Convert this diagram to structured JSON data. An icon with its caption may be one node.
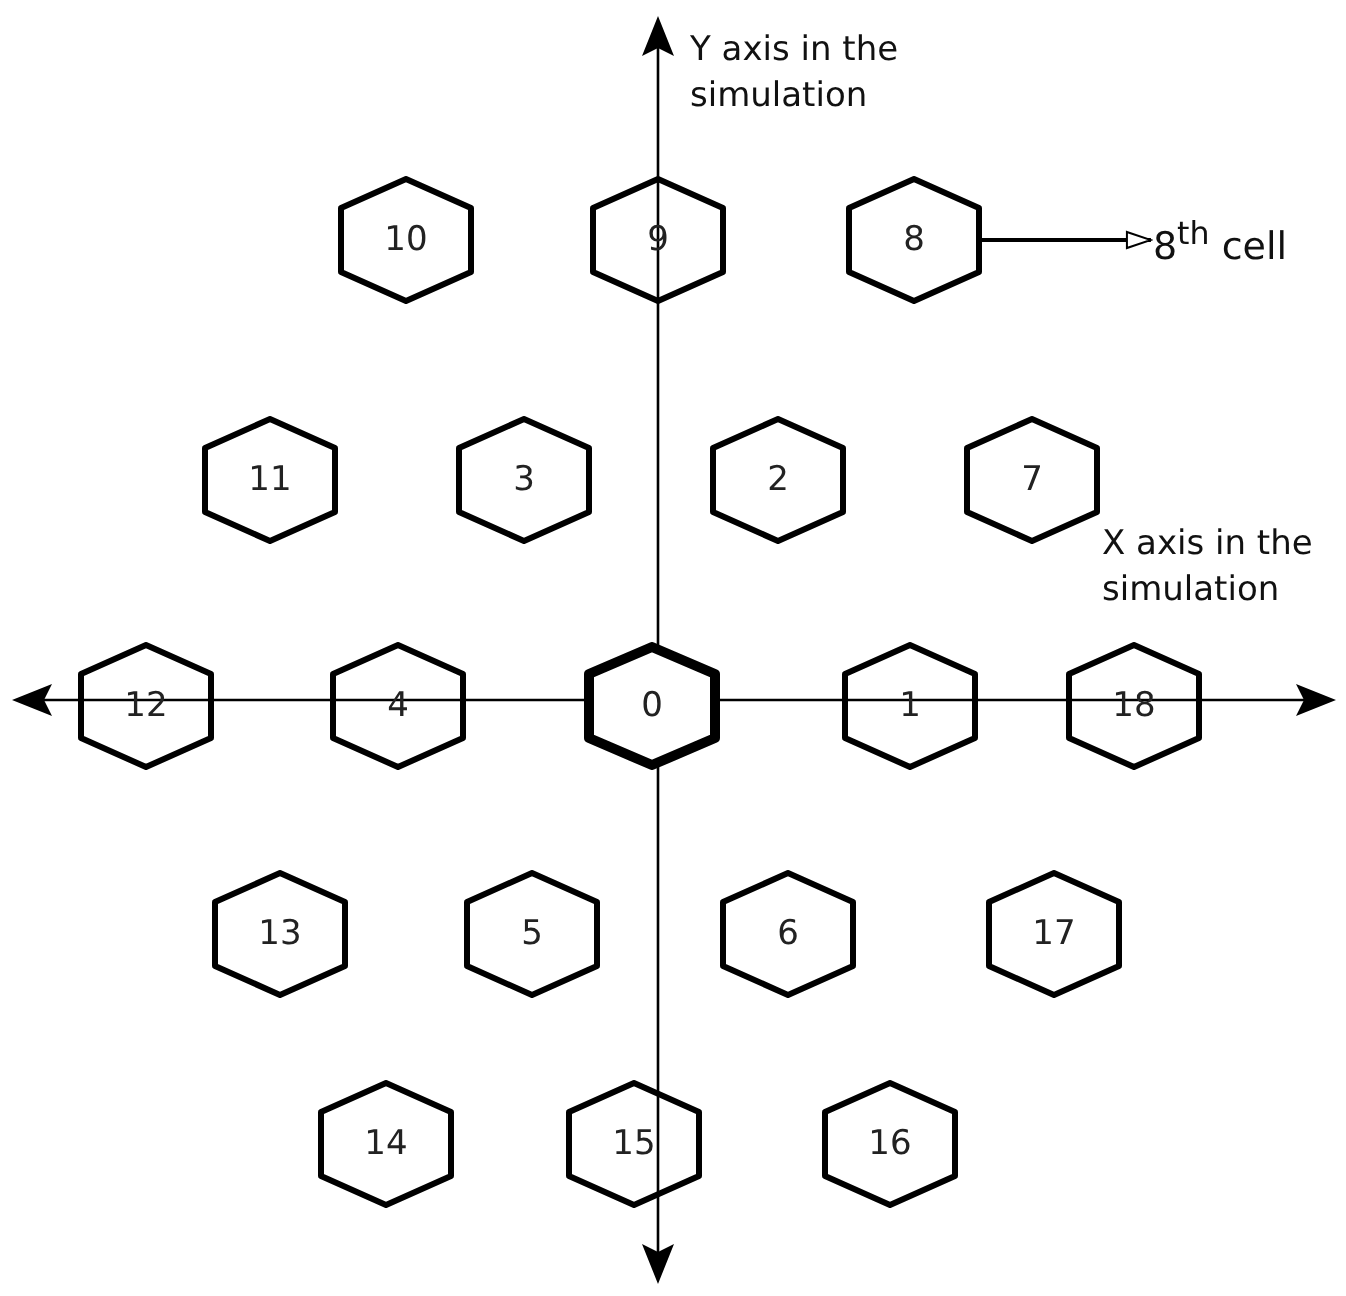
{
  "diagram": {
    "nodes": [
      {
        "text": [
          "10"
        ]
      },
      {
        "text": [
          "9"
        ]
      },
      {
        "text": [
          "8"
        ]
      },
      {
        "text": [
          "8$^{th}$ cell"
        ]
      },
      {
        "text": [
          "11"
        ]
      },
      {
        "text": [
          "3"
        ]
      },
      {
        "text": [
          "2"
        ]
      },
      {
        "text": [
          "7"
        ]
      },
      {
        "text": [
          "12"
        ]
      },
      {
        "text": [
          "4"
        ]
      },
      {
        "text": [
          "0"
        ]
      },
      {
        "text": [
          "1"
        ]
      },
      {
        "text": [
          "18"
        ]
      },
      {
        "text": [
          "13"
        ]
      },
      {
        "text": [
          "5"
        ]
      },
      {
        "text": [
          "6"
        ]
      },
      {
        "text": [
          "17"
        ]
      },
      {
        "text": [
          "14"
        ]
      },
      {
        "text": [
          "15"
        ]
      },
      {
        "text": [
          "16"
        ]
      }
    ],
    "edges": [
      {
        "from": 2,
        "to": 3,
        "arrow": "to"
      }
    ],
    "labels": [
      "Y axis in the simulation",
      "X axis in the simulation"
    ]
  }
}
